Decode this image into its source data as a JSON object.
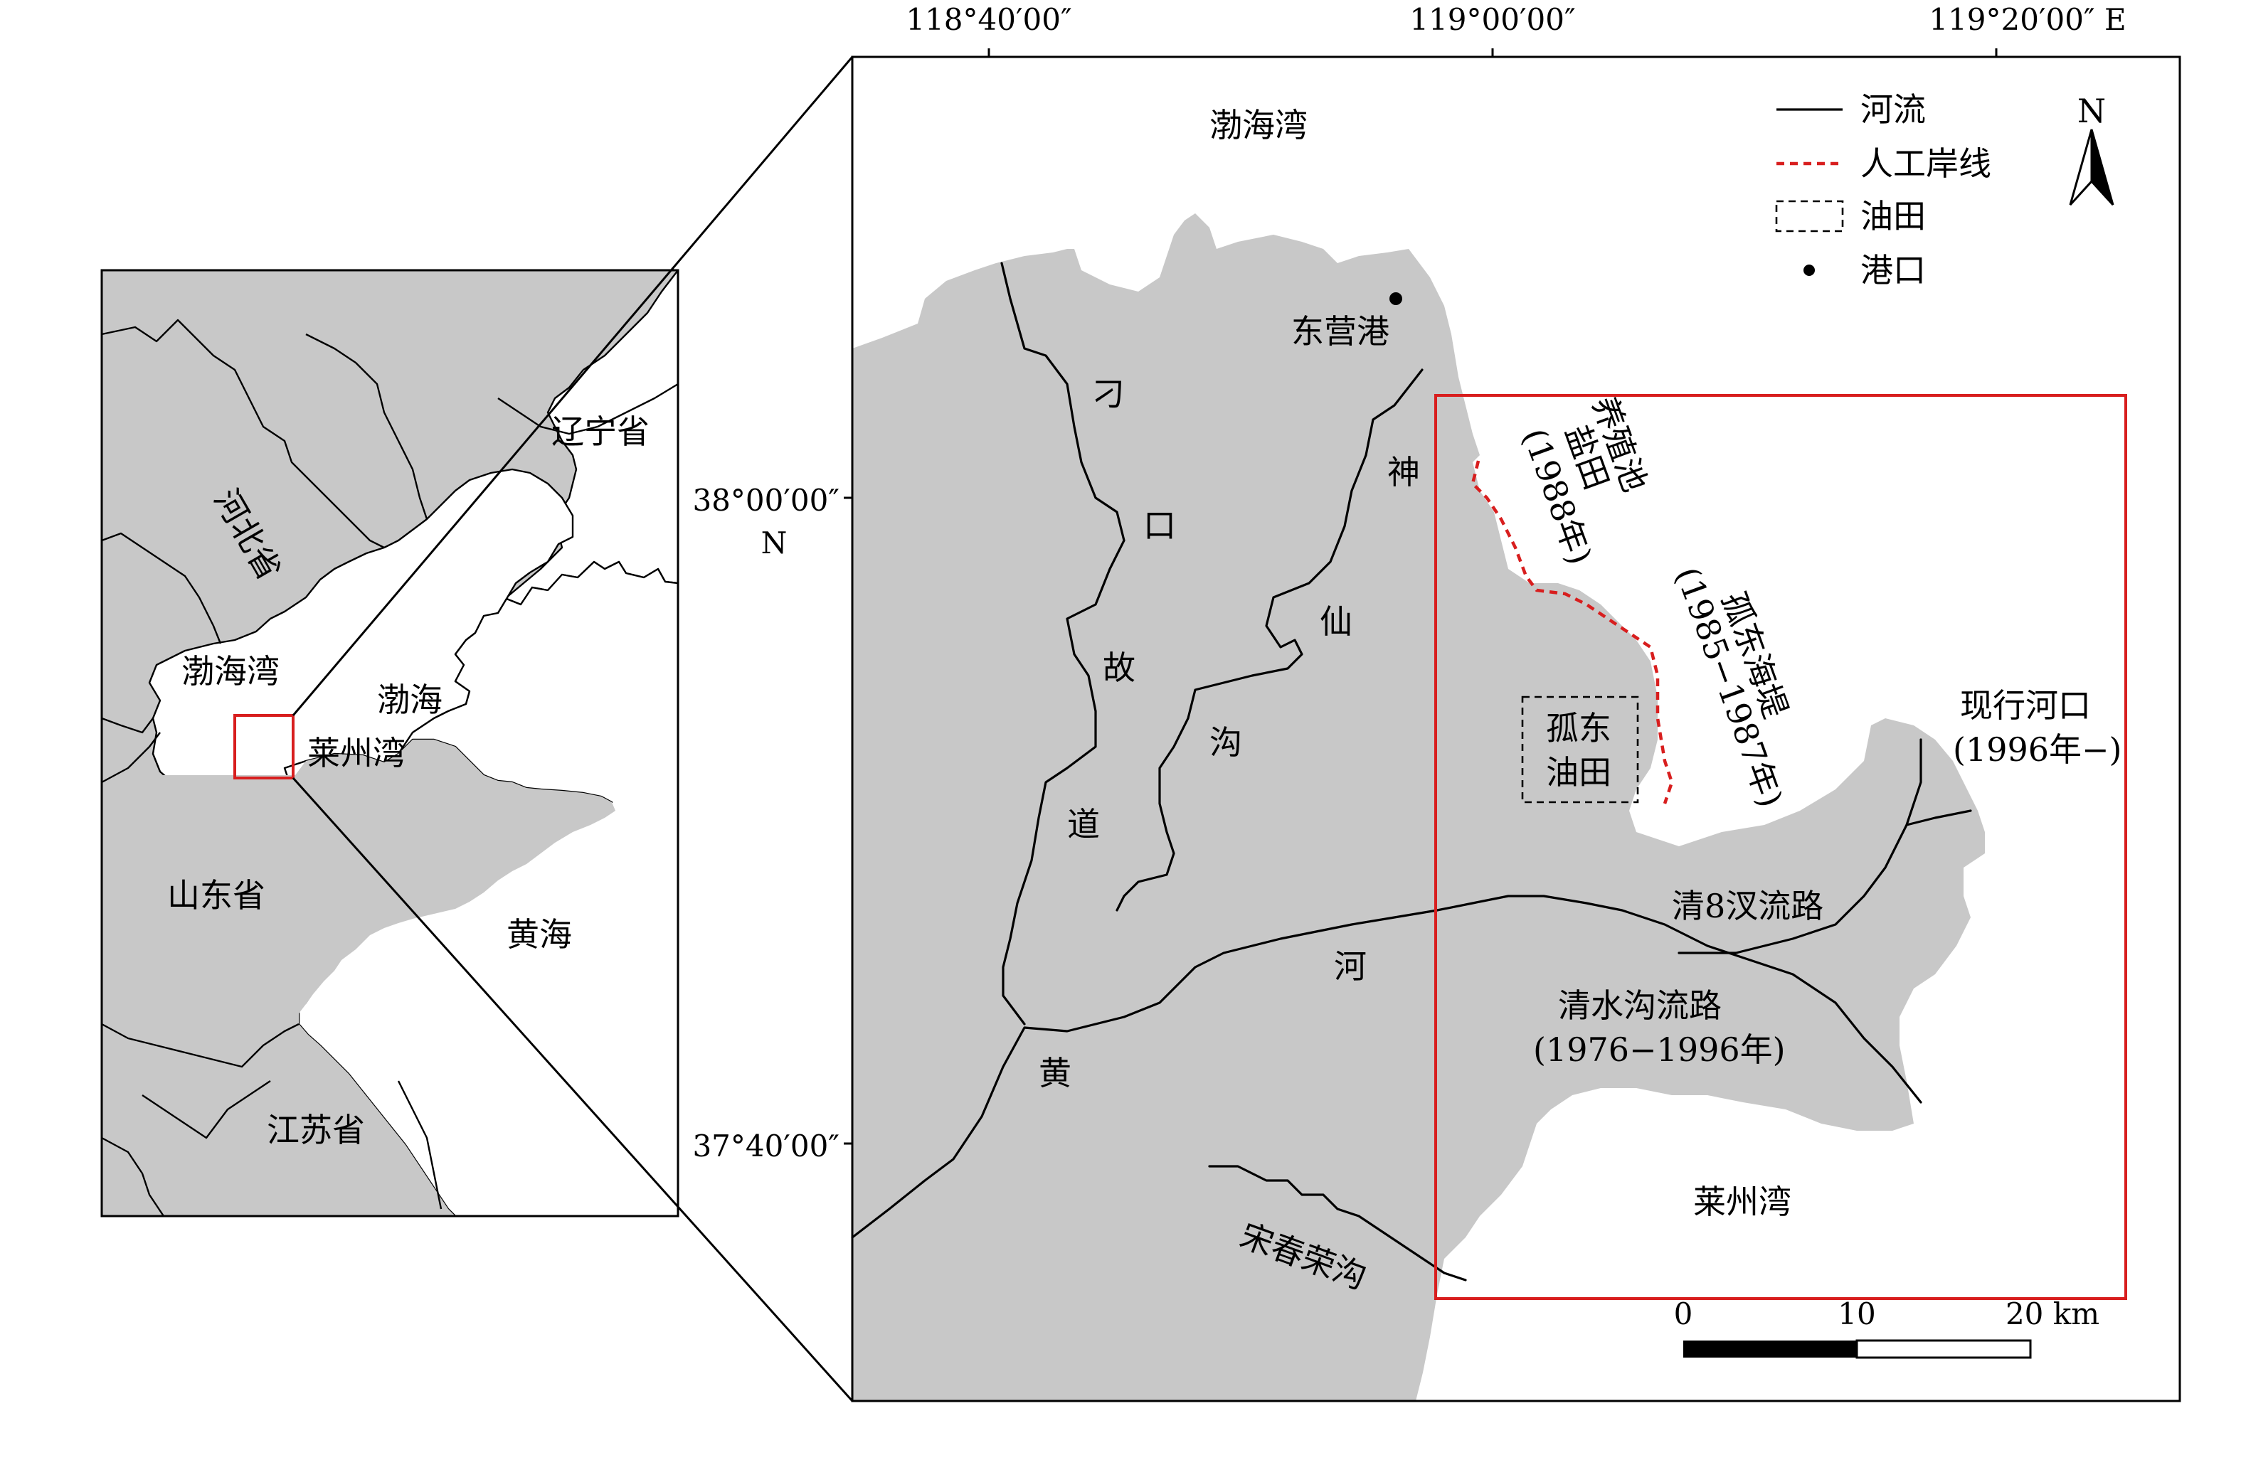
{
  "coords": {
    "lon": [
      "118°40′00″",
      "119°00′00″",
      "119°20′00″ E"
    ],
    "lat": [
      "38°00′00″",
      "37°40′00″"
    ],
    "north_suffix": "N"
  },
  "overview": {
    "provinces": [
      "河北省",
      "辽宁省",
      "山东省",
      "江苏省"
    ],
    "seas": [
      "渤海湾",
      "渤海",
      "莱州湾",
      "黄海"
    ]
  },
  "detail": {
    "bohai_bay": "渤海湾",
    "laizhou_bay": "莱州湾",
    "port": "东营港",
    "diaokou_chars": [
      "刁",
      "口",
      "故",
      "道"
    ],
    "shenxian_chars": [
      "神",
      "仙",
      "沟"
    ],
    "yellow_river_chars": [
      "黄",
      "河"
    ],
    "songchun": "宋春荣沟",
    "qing8": "清8汊流路",
    "qingshuigou": "清水沟流路",
    "qingshuigou_years": "(1976−1996年)",
    "current_mouth": "现行河口",
    "current_mouth_years": "(1996年−)",
    "gudong_oil": [
      "孤东",
      "油田"
    ],
    "aquaculture": [
      "养殖池",
      "盐田",
      "(1988年)"
    ],
    "gudong_dyke": [
      "孤东海堤",
      "(1985−1987年)"
    ]
  },
  "legend": {
    "items": [
      {
        "key": "river",
        "label": "河流"
      },
      {
        "key": "artificial_coast",
        "label": "人工岸线"
      },
      {
        "key": "oilfield",
        "label": "油田"
      },
      {
        "key": "port",
        "label": "港口"
      }
    ],
    "north": "N"
  },
  "scalebar": {
    "labels": [
      "0",
      "10",
      "20 km"
    ]
  },
  "colors": {
    "land": "#c8c8c8",
    "water": "#ffffff",
    "highlight": "#d81e1e"
  }
}
